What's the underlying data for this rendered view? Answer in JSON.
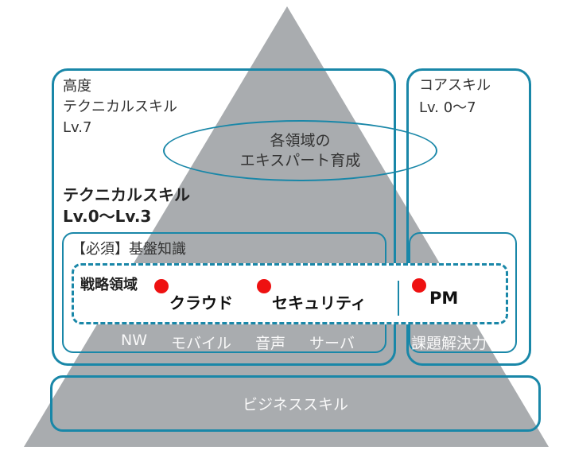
{
  "colors": {
    "teal": "#1987A8",
    "gray": "#A9ACAF",
    "red": "#EE1111"
  },
  "left_box": {
    "title_line1": "高度",
    "title_line2": "テクニカルスキル",
    "title_line3": "Lv.7",
    "subtitle_line1": "テクニカルスキル",
    "subtitle_line2": "Lv.0～Lv.3"
  },
  "right_box": {
    "title_line1": "コアスキル",
    "title_line2": "Lv. 0～7",
    "bottom_label": "課題解決力"
  },
  "ellipse": {
    "line1": "各領域の",
    "line2": "エキスパート育成"
  },
  "inner_box": {
    "label": "【必須】基盤知識"
  },
  "dashed_box": {
    "label": "戦略領域",
    "items": [
      {
        "label": "クラウド"
      },
      {
        "label": "セキュリティ"
      },
      {
        "label": "PM"
      }
    ]
  },
  "base_row": {
    "items": [
      "NW",
      "モバイル",
      "音声",
      "サーバ"
    ]
  },
  "bottom_box": {
    "label": "ビジネススキル"
  }
}
